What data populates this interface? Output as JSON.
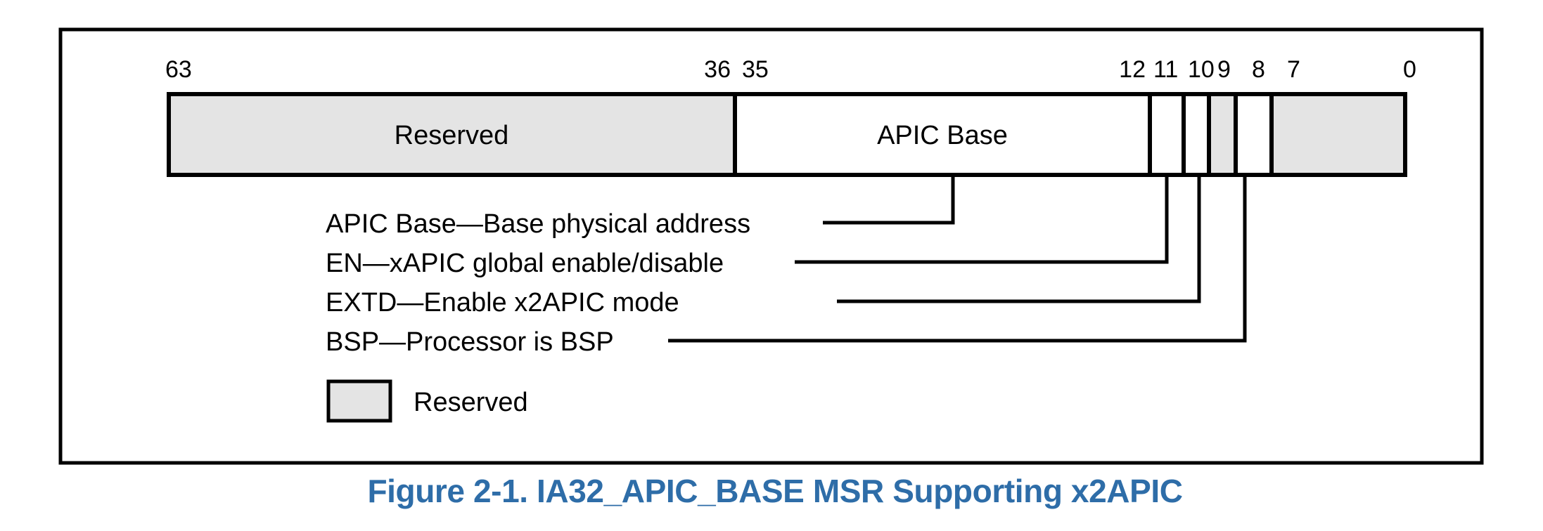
{
  "figure": {
    "caption": "Figure 2-1. IA32_APIC_BASE MSR Supporting x2APIC",
    "caption_color": "#2E6DA8",
    "frame_color": "#000000",
    "reserved_fill": "#E4E4E4",
    "register_name": "IA32_APIC_BASE MSR"
  },
  "bit_labels": {
    "msb": "63",
    "field_high": "36",
    "field_low": "35",
    "b12": "12",
    "b11": "11",
    "b10": "10",
    "b9": "9",
    "b8": "8",
    "b7": "7",
    "lsb": "0"
  },
  "fields": [
    {
      "name": "Reserved",
      "label": "Reserved",
      "bits_high": "63",
      "bits_low": "36",
      "shaded": true
    },
    {
      "name": "APIC Base",
      "label": "APIC Base",
      "bits_high": "35",
      "bits_low": "12",
      "shaded": false
    },
    {
      "name": "EN",
      "label": "",
      "bits_high": "11",
      "bits_low": "11",
      "shaded": false
    },
    {
      "name": "EXTD",
      "label": "",
      "bits_high": "10",
      "bits_low": "10",
      "shaded": false
    },
    {
      "name": "Reserved bit 9",
      "label": "",
      "bits_high": "9",
      "bits_low": "9",
      "shaded": true
    },
    {
      "name": "BSP",
      "label": "",
      "bits_high": "8",
      "bits_low": "8",
      "shaded": false
    },
    {
      "name": "Reserved low",
      "label": "",
      "bits_high": "7",
      "bits_low": "0",
      "shaded": true
    }
  ],
  "callouts": [
    {
      "id": "apic-base",
      "text": "APIC Base—Base physical address"
    },
    {
      "id": "en",
      "text": "EN—xAPIC global enable/disable"
    },
    {
      "id": "extd",
      "text": "EXTD—Enable x2APIC mode"
    },
    {
      "id": "bsp",
      "text": "BSP—Processor is BSP"
    }
  ],
  "legend": {
    "swatch_label": "Reserved"
  },
  "chart_data": {
    "type": "table",
    "title": "IA32_APIC_BASE MSR Supporting x2APIC",
    "categories": [
      "Reserved",
      "APIC Base",
      "EN",
      "EXTD",
      "Reserved",
      "BSP",
      "Reserved"
    ],
    "series": [
      {
        "name": "bit_high",
        "values": [
          63,
          35,
          11,
          10,
          9,
          8,
          7
        ]
      },
      {
        "name": "bit_low",
        "values": [
          36,
          12,
          11,
          10,
          9,
          8,
          0
        ]
      }
    ]
  }
}
